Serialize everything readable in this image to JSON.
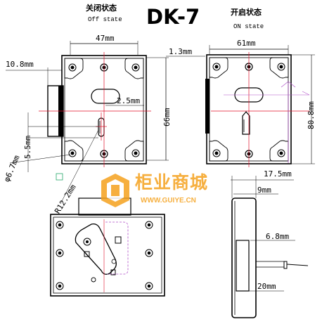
{
  "title": "DK-7",
  "off_state": {
    "cn": "关闭状态",
    "en": "Off state"
  },
  "on_state": {
    "cn": "开启状态",
    "en": "ON state"
  },
  "dims": {
    "width_off": "47mm",
    "width_on": "61mm",
    "d_10_8": "10.8mm",
    "d_1_3": "1.3mm",
    "d_2_5": "2.5mm",
    "d_66": "66mm",
    "d_80_8": "80.8mm",
    "d_5_5": "5.5mm",
    "d_6_7": "φ6.7mm",
    "d_r12_2": "R12.2mm",
    "d_17_5": "17.5mm",
    "d_9": "9mm",
    "d_6_8": "6.8mm",
    "d_20": "20mm"
  },
  "watermark": {
    "name": "柜业商城",
    "url": "WWW.GUIYE.CN"
  },
  "colors": {
    "accent_red": "#e0102a",
    "accent_purple": "#b050c8",
    "logo_orange": "#f5a21e",
    "ink": "#000000"
  }
}
